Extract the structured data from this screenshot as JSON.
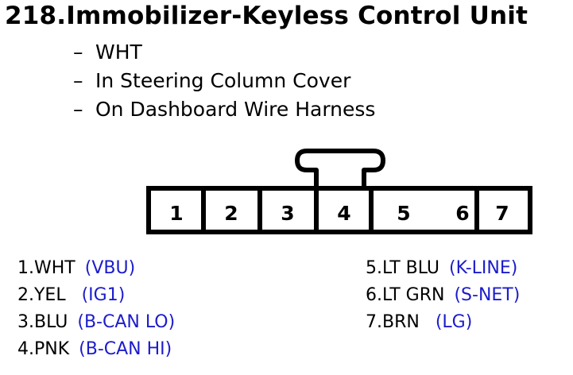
{
  "title": "218.Immobilizer-Keyless Control Unit",
  "bullets": [
    {
      "dash": "–",
      "text": "WHT"
    },
    {
      "dash": "–",
      "text": "In Steering Column Cover"
    },
    {
      "dash": "–",
      "text": "On Dashboard Wire Harness"
    }
  ],
  "connector": {
    "pins": [
      "1",
      "2",
      "3",
      "4",
      "5",
      "6",
      "7"
    ]
  },
  "pins_left": [
    {
      "label": "1.WHT",
      "signal": "(VBU)"
    },
    {
      "label": "2.YEL",
      "signal": "(IG1)"
    },
    {
      "label": "3.BLU",
      "signal": "(B-CAN LO)"
    },
    {
      "label": "4.PNK",
      "signal": "(B-CAN HI)"
    }
  ],
  "pins_right": [
    {
      "label": "5.LT BLU",
      "signal": "(K-LINE)"
    },
    {
      "label": "6.LT GRN",
      "signal": "(S-NET)"
    },
    {
      "label": "7.BRN",
      "signal": "(LG)"
    }
  ],
  "colors": {
    "signal": "#1c1ccc",
    "line": "#000000"
  }
}
